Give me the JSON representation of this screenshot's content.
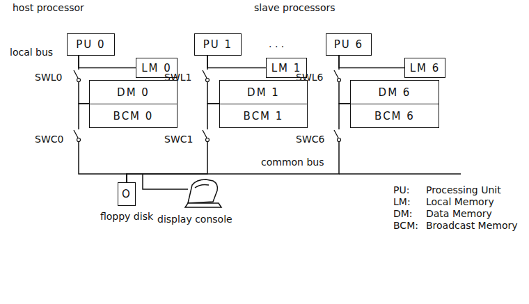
{
  "diagram": {
    "nodes": [
      {
        "text": [
          "PU 0"
        ]
      },
      {
        "text": [
          "LM 0"
        ]
      },
      {
        "text": [
          "DM 0"
        ]
      },
      {
        "text": [
          "BCM 0"
        ]
      },
      {
        "text": [
          "PU 1"
        ]
      },
      {
        "text": [
          "LM 1"
        ]
      },
      {
        "text": [
          "DM 1"
        ]
      },
      {
        "text": [
          "BCM 1"
        ]
      },
      {
        "text": [
          "PU 6"
        ]
      },
      {
        "text": [
          "LM 6"
        ]
      },
      {
        "text": [
          "DM 6"
        ]
      },
      {
        "text": [
          "BCM 6"
        ]
      },
      {
        "text": [
          "O",
          "floppy disk"
        ]
      }
    ],
    "edges": [
      {
        "from": 0,
        "to": 1,
        "arrow": "none"
      },
      {
        "from": 0,
        "to": 2,
        "arrow": "none"
      },
      {
        "from": 4,
        "to": 5,
        "arrow": "none"
      },
      {
        "from": 4,
        "to": 6,
        "arrow": "none"
      },
      {
        "from": 8,
        "to": 9,
        "arrow": "none"
      },
      {
        "from": 8,
        "to": 10,
        "arrow": "none"
      },
      {
        "from": 12,
        "to": 2,
        "arrow": "none"
      },
      {
        "from": 12,
        "to": 6,
        "arrow": "none"
      },
      {
        "from": 12,
        "to": 10,
        "arrow": "none"
      }
    ],
    "labels": [
      "host processor",
      "slave processors",
      "local bus",
      ". . .",
      "SWL0",
      "SWC0",
      "SWL1",
      "SWC1",
      "SWL6",
      "SWC6",
      "common bus",
      "display console",
      "PU:",
      "Processing Unit",
      "LM:",
      "Local Memory",
      "DM:",
      "Data Memory",
      "BCM:",
      "Broadcast Memory"
    ]
  }
}
